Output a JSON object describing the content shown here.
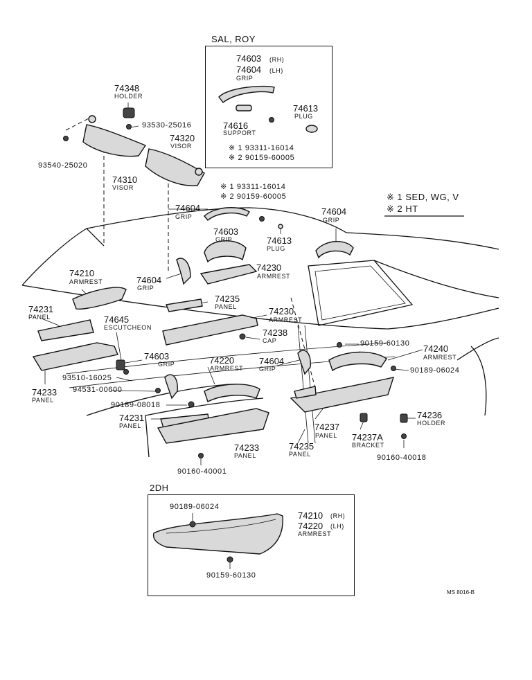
{
  "box_sal_roy": {
    "title": "SAL, ROY",
    "grip_rh": "74603",
    "grip_rh_side": "(RH)",
    "grip_lh": "74604",
    "grip_lh_side": "(LH)",
    "grip_name": "GRIP",
    "plug_num": "74613",
    "plug_name": "PLUG",
    "support_num": "74616",
    "support_name": "SUPPORT",
    "bolt1": "※ 1 93311-16014",
    "bolt2": "※ 2 90159-60005"
  },
  "legend": {
    "line1": "※ 1 SED, WG, V",
    "line2": "※ 2 HT"
  },
  "labels": {
    "holder_74348_num": "74348",
    "holder_74348_name": "HOLDER",
    "screw_93530": "93530-25016",
    "visor_74320_num": "74320",
    "visor_74320_name": "VISOR",
    "screw_93540": "93540-25020",
    "visor_74310_num": "74310",
    "visor_74310_name": "VISOR",
    "bolt_main_1": "※ 1 93311-16014",
    "bolt_main_2": "※ 2 90159-60005",
    "grip_74604_a_num": "74604",
    "grip_74604_a_name": "GRIP",
    "grip_74603_top_num": "74603",
    "grip_74603_top_name": "GRIP",
    "plug_74613_num": "74613",
    "plug_74613_name": "PLUG",
    "grip_74604_right_num": "74604",
    "grip_74604_right_name": "GRIP",
    "armrest_74210_num": "74210",
    "armrest_74210_name": "ARMREST",
    "armrest_74230_a_num": "74230",
    "armrest_74230_a_name": "ARMREST",
    "grip_74604_b_num": "74604",
    "grip_74604_b_name": "GRIP",
    "panel_74235_a_num": "74235",
    "panel_74235_a_name": "PANEL",
    "panel_74231_a_num": "74231",
    "panel_74231_a_name": "PANEL",
    "armrest_74230_b_num": "74230",
    "armrest_74230_b_name": "ARMREST",
    "escutcheon_num": "74645",
    "escutcheon_name": "ESCUTCHEON",
    "cap_num": "74238",
    "cap_name": "CAP",
    "screw_90159_a": "90159-60130",
    "grip_74603_mid_num": "74603",
    "grip_74603_mid_name": "GRIP",
    "armrest_74240_num": "74240",
    "armrest_74240_name": "ARMREST",
    "armrest_74220_num": "74220",
    "armrest_74220_name": "ARMREST",
    "grip_74604_c_num": "74604",
    "grip_74604_c_name": "GRIP",
    "screw_93510": "93510-16025",
    "screw_90189_a": "90189-06024",
    "panel_74233_a_num": "74233",
    "panel_74233_a_name": "PANEL",
    "screw_94531": "94531-00600",
    "screw_90189_b": "90189-08018",
    "panel_74231_b_num": "74231",
    "panel_74231_b_name": "PANEL",
    "holder_74236_num": "74236",
    "holder_74236_name": "HOLDER",
    "panel_74237_num": "74237",
    "panel_74237_name": "PANEL",
    "bracket_num": "74237A",
    "bracket_name": "BRACKET",
    "panel_74233_b_num": "74233",
    "panel_74233_b_name": "PANEL",
    "panel_74235_b_num": "74235",
    "panel_74235_b_name": "PANEL",
    "screw_90160_a": "90160-40018",
    "screw_90160_b": "90160-40001"
  },
  "box_2dh": {
    "title": "2DH",
    "screw_90189": "90189-06024",
    "armrest_rh": "74210",
    "armrest_rh_side": "(RH)",
    "armrest_lh": "74220",
    "armrest_lh_side": "(LH)",
    "armrest_name": "ARMREST",
    "screw_90159": "90159-60130"
  },
  "footer_code": "MS 8016-B"
}
